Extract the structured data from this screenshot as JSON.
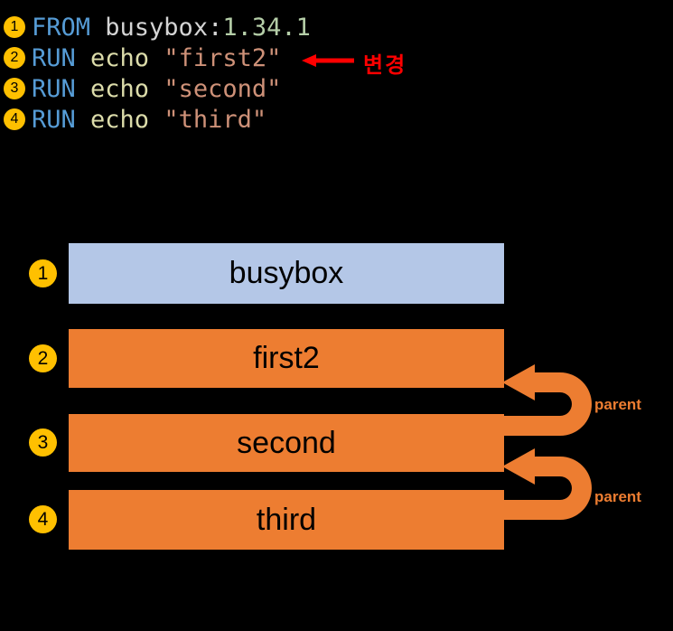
{
  "colors": {
    "canvas_bg": "#000000",
    "accent_orange": "#ED7D31",
    "layer_blue": "#B4C7E7",
    "badge_gold": "#FFC000",
    "annotation_red": "#FF0000",
    "box_text": "#000000",
    "code_keyword": "#569CD6",
    "code_plain": "#D4D4D4",
    "code_number": "#B5CEA8",
    "code_builtin": "#DCDCAA",
    "code_string": "#CE9178"
  },
  "code": {
    "lines": [
      {
        "num": "1",
        "keyword": "FROM ",
        "image": "busybox:",
        "version": "1.34.1"
      },
      {
        "num": "2",
        "keyword": "RUN ",
        "command": "echo ",
        "string": "\"first2\""
      },
      {
        "num": "3",
        "keyword": "RUN ",
        "command": "echo ",
        "string": "\"second\""
      },
      {
        "num": "4",
        "keyword": "RUN ",
        "command": "echo ",
        "string": "\"third\""
      }
    ]
  },
  "annotation": {
    "label": "변경"
  },
  "diagram": {
    "layers": [
      {
        "num": "1",
        "label": "busybox"
      },
      {
        "num": "2",
        "label": "first2"
      },
      {
        "num": "3",
        "label": "second"
      },
      {
        "num": "4",
        "label": "third"
      }
    ],
    "arrows": [
      {
        "label": "parent"
      },
      {
        "label": "parent"
      }
    ]
  }
}
